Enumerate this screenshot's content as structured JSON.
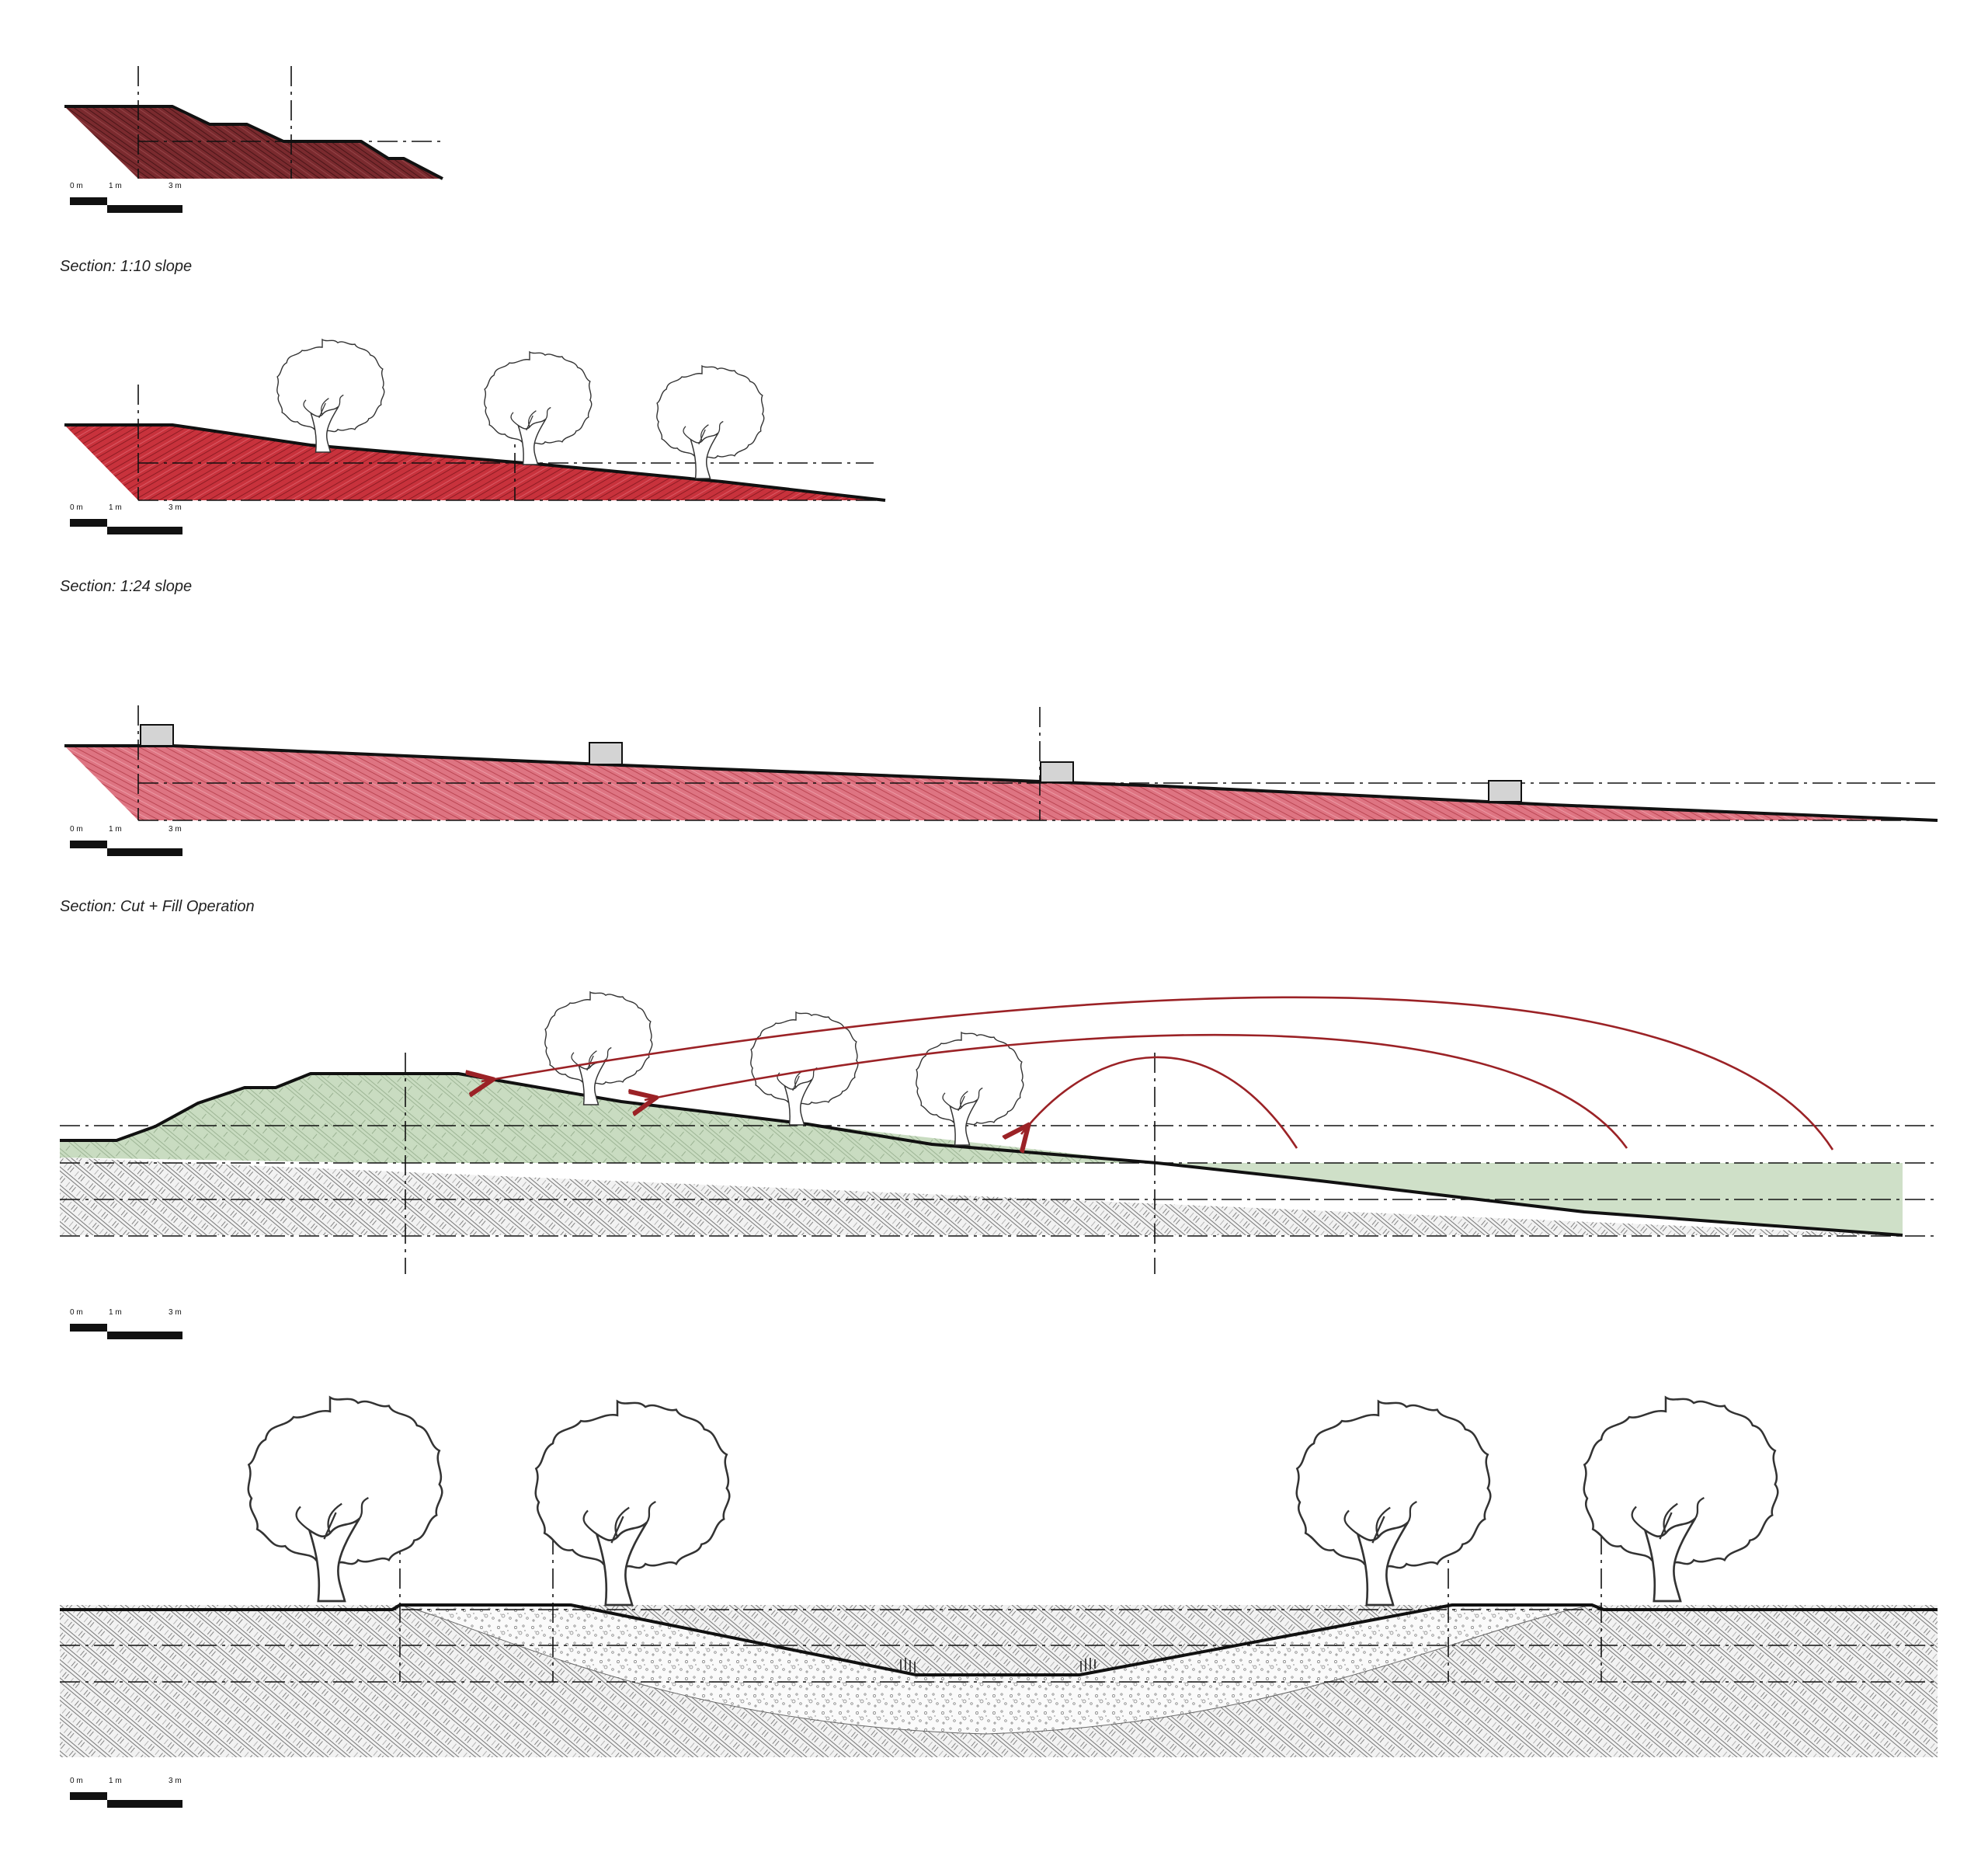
{
  "sections": [
    {
      "id": "steps",
      "caption": "",
      "scale": {
        "labels": [
          "0 m",
          "1 m",
          "3 m"
        ]
      }
    },
    {
      "id": "slope-10",
      "caption": "Section: 1:10 slope",
      "scale": {
        "labels": [
          "0 m",
          "1 m",
          "3 m"
        ]
      }
    },
    {
      "id": "slope-24",
      "caption": "Section: 1:24 slope",
      "scale": {
        "labels": [
          "0 m",
          "1 m",
          "3 m"
        ]
      }
    },
    {
      "id": "cut-fill",
      "caption": "Section: Cut + Fill Operation",
      "scale": {
        "labels": [
          "0 m",
          "1 m",
          "3 m"
        ]
      }
    },
    {
      "id": "swale",
      "caption": "",
      "scale": {
        "labels": [
          "0 m",
          "1 m",
          "3 m"
        ]
      }
    }
  ],
  "colors": {
    "dark_red": "#7a2a2e",
    "red": "#c8323c",
    "light_red": "#dd6b78",
    "fill_green": "#cfe0c8",
    "earth_grey": "#9a9a9a",
    "arrow": "#9b2226"
  }
}
